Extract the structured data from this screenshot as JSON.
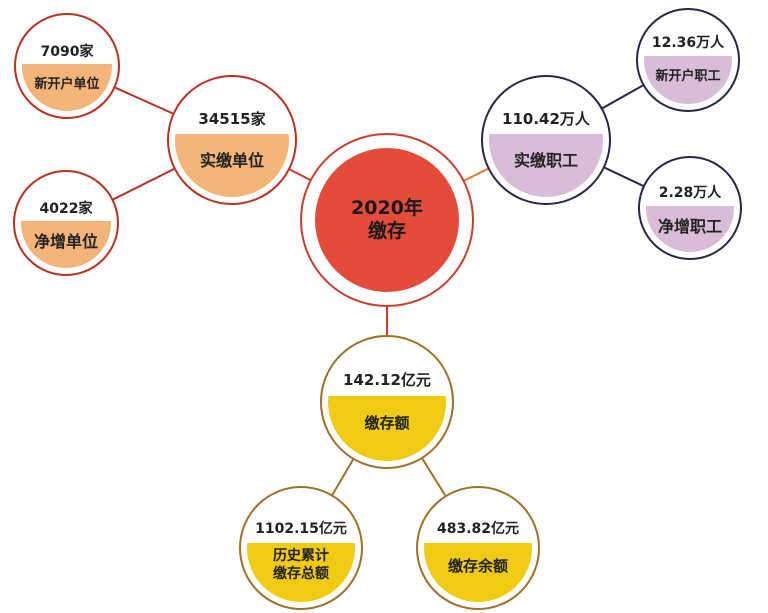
{
  "center": {
    "line1": "2020年",
    "line2": "缴存"
  },
  "units": {
    "main": {
      "value": "34515家",
      "label": "实缴单位"
    },
    "new": {
      "value": "7090家",
      "label": "新开户单位"
    },
    "net": {
      "value": "4022家",
      "label": "净增单位"
    }
  },
  "workers": {
    "main": {
      "value": "110.42万人",
      "label": "实缴职工"
    },
    "new": {
      "value": "12.36万人",
      "label": "新开户职工"
    },
    "net": {
      "value": "2.28万人",
      "label": "净增职工"
    }
  },
  "deposits": {
    "main": {
      "value": "142.12亿元",
      "label": "缴存额"
    },
    "total": {
      "value": "1102.15亿元",
      "label_line1": "历史累计",
      "label_line2": "缴存总额"
    },
    "balance": {
      "value": "483.82亿元",
      "label": "缴存余额"
    }
  },
  "colors": {
    "center": "#e34c3b",
    "units": "#f3b47a",
    "workers": "#d8bcd8",
    "deposits": "#f0cb14"
  }
}
